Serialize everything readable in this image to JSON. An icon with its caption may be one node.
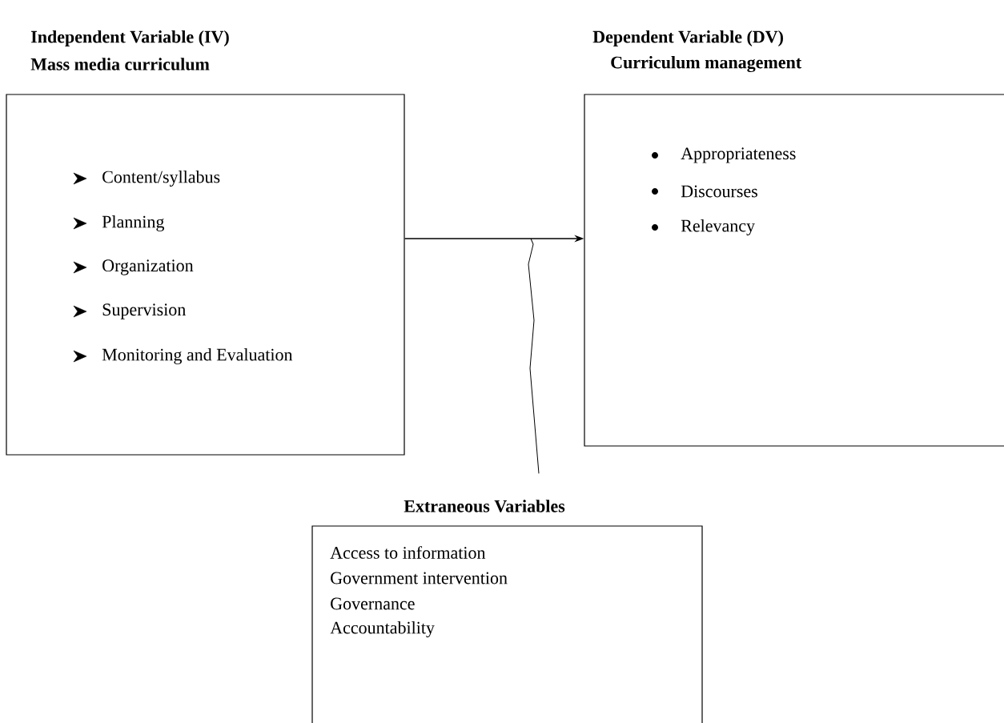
{
  "diagram": {
    "nodes": [
      {
        "text": [
          "Independent Variable (IV)",
          "Mass media curriculum",
          "Content/syllabus",
          "Planning",
          "Organization",
          "Supervision",
          "Monitoring and Evaluation"
        ]
      },
      {
        "text": [
          "Dependent Variable (DV)",
          "Curriculum management",
          "Appropriateness",
          "Discourses",
          "Relevancy"
        ]
      },
      {
        "text": [
          "Extraneous Variables",
          "Access to information",
          "Government intervention",
          "Governance",
          "Accountability"
        ]
      }
    ],
    "edges": [
      {
        "from": 0,
        "to": 1,
        "arrow": "to"
      },
      {
        "from": 2,
        "to": null,
        "arrow": "none"
      }
    ]
  }
}
